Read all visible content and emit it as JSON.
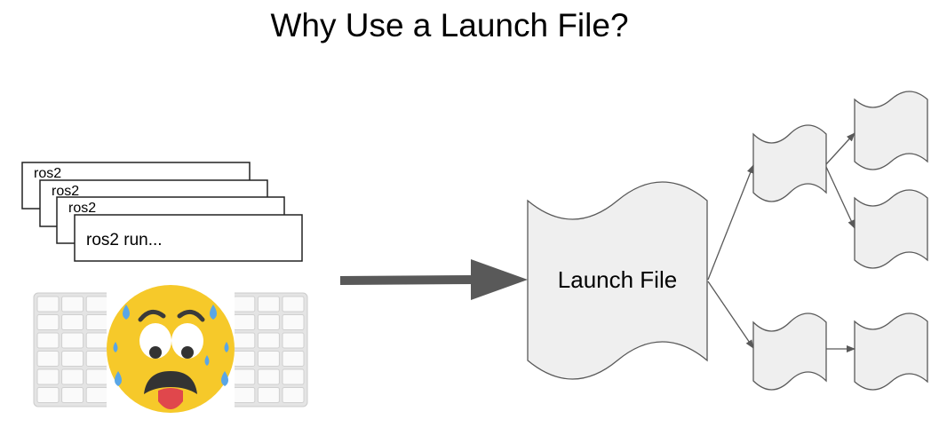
{
  "title": "Why Use a Launch File?",
  "terminals": {
    "command": "ros2 run...",
    "hidden_commands": [
      "ros2",
      "ros2",
      "ros2"
    ]
  },
  "launch_file": {
    "label": "Launch File"
  },
  "icons": {
    "keyboard": "keyboard-icon",
    "emoji": "anxious-sweating-face-icon"
  },
  "colors": {
    "shape_fill": "#efefef",
    "shape_stroke": "#595959",
    "arrow": "#595959",
    "emoji_face": "#f6c92a",
    "sweat": "#5aa6e6",
    "tongue": "#e0474c"
  }
}
